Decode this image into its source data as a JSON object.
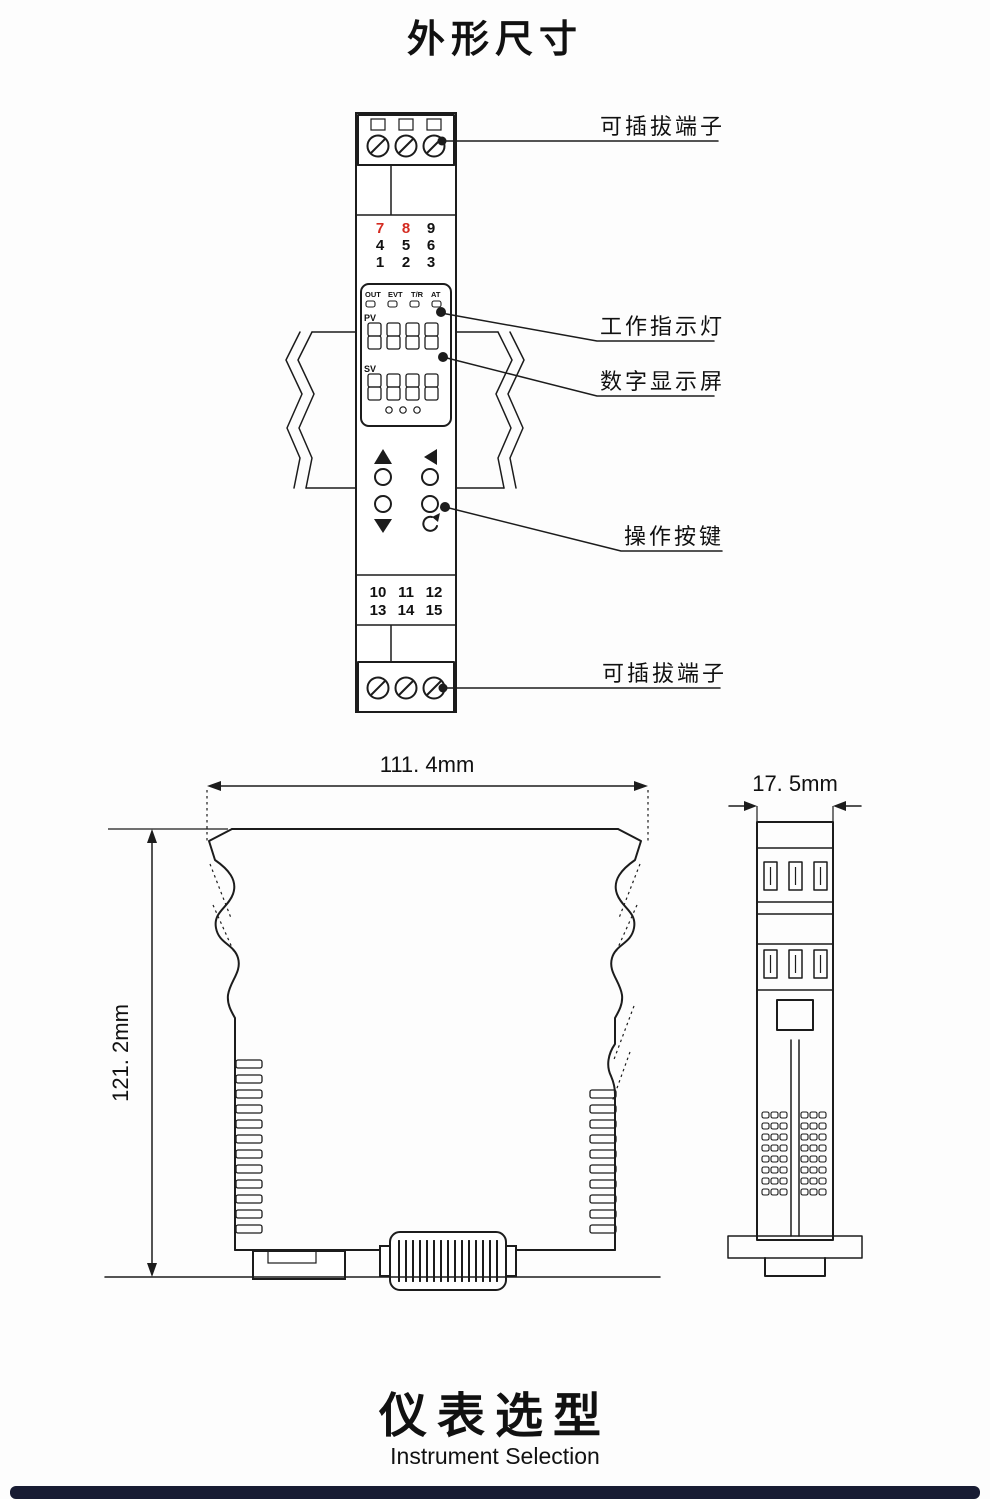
{
  "header": {
    "title": "外形尺寸"
  },
  "callouts": {
    "plug_top": "可插拔端子",
    "indicator": "工作指示灯",
    "display": "数字显示屏",
    "keys": "操作按键",
    "plug_bottom": "可插拔端子"
  },
  "device": {
    "status_labels": [
      "OUT",
      "EVT",
      "T/R",
      "AT"
    ],
    "pv_label": "PV",
    "sv_label": "SV",
    "terminals_top": [
      [
        "7",
        "8",
        "9"
      ],
      [
        "4",
        "5",
        "6"
      ],
      [
        "1",
        "2",
        "3"
      ]
    ],
    "terminals_bottom": [
      [
        "10",
        "11",
        "12"
      ],
      [
        "13",
        "14",
        "15"
      ]
    ]
  },
  "dims": {
    "width": "111. 4mm",
    "height": "121. 2mm",
    "depth": "17. 5mm"
  },
  "footer": {
    "title": "仪表选型",
    "subtitle": "Instrument Selection"
  },
  "colors": {
    "ink": "#1c1c1c",
    "red_digit": "#d42b21",
    "footer_bar": "#181c33"
  }
}
